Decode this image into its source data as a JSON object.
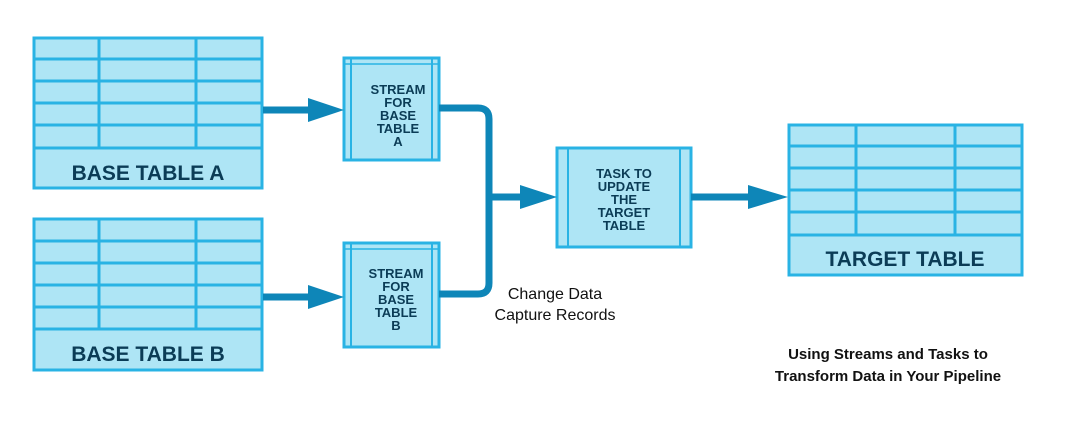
{
  "colors": {
    "fill": "#aee5f5",
    "stroke": "#29b3e4",
    "arrow": "#0e86b8",
    "label": "#0b3c56"
  },
  "tables": {
    "base_a": {
      "label": "BASE TABLE A",
      "rows": 5,
      "cols": 3
    },
    "base_b": {
      "label": "BASE TABLE B",
      "rows": 5,
      "cols": 3
    },
    "target": {
      "label": "TARGET TABLE",
      "rows": 5,
      "cols": 3
    }
  },
  "streams": {
    "a": {
      "lines": [
        "STREAM",
        "FOR",
        "BASE",
        "TABLE",
        "A"
      ]
    },
    "b": {
      "lines": [
        "STREAM",
        "FOR",
        "BASE",
        "TABLE",
        "B"
      ]
    }
  },
  "task": {
    "lines": [
      "TASK TO",
      "UPDATE",
      "THE",
      "TARGET",
      "TABLE"
    ]
  },
  "annotation": {
    "lines": [
      "Change Data",
      "Capture Records"
    ]
  },
  "footer": {
    "lines": [
      "Using Streams and Tasks to",
      "Transform Data in Your Pipeline"
    ]
  }
}
